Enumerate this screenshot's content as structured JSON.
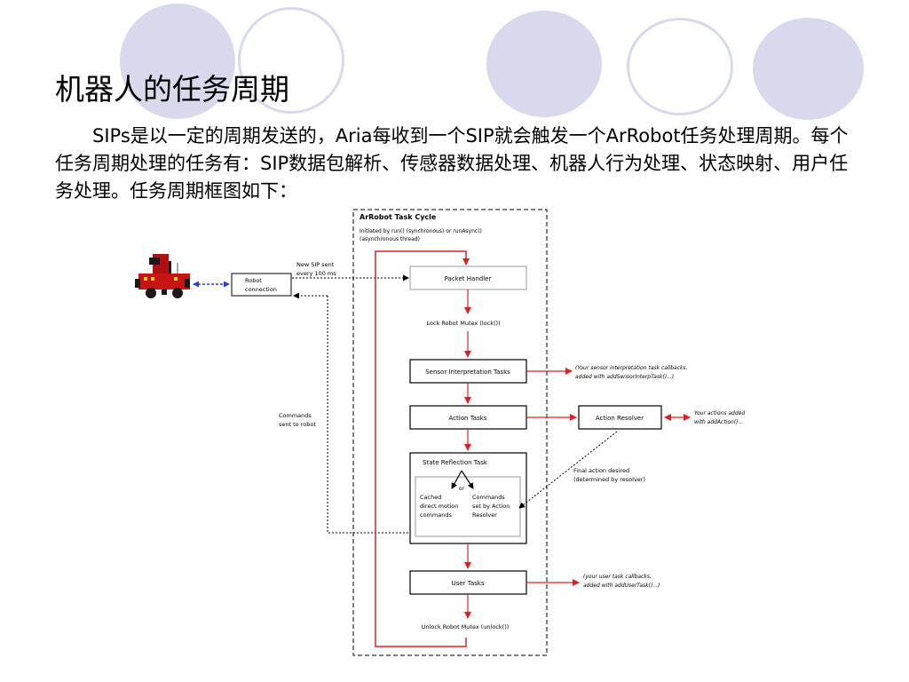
{
  "slide": {
    "title": "机器人的任务周期",
    "body": "SIPs是以一定的周期发送的，Aria每收到一个SIP就会触发一个ArRobot任务处理周期。每个任务周期处理的任务有：SIP数据包解析、传感器数据处理、机器人行为处理、状态映射、用户任务处理。任务周期框图如下："
  },
  "diagram": {
    "cycle_title": "ArRobot Task Cycle",
    "initiated_line1": "Initiated by run() (synchronous) or runAsync()",
    "initiated_line2": "(asynchronous thread)",
    "robot_connection_line1": "Robot",
    "robot_connection_line2": "connection",
    "new_sip_line1": "New SIP sent",
    "new_sip_line2": "every 100 ms",
    "commands_line1": "Commands",
    "commands_line2": "sent to robot",
    "packet_handler": "Packet Handler",
    "lock_mutex": "Lock Robot Mutex (lock())",
    "sensor_tasks": "Sensor Interpretation Tasks",
    "sensor_note_line1": "(Your sensor interpretation task callbacks,",
    "sensor_note_line2": "added with addSensorInterpTask()...)",
    "action_tasks": "Action Tasks",
    "action_resolver": "Action Resolver",
    "actions_note_line1": "Your actions added",
    "actions_note_line2": "with addAction()...",
    "state_reflection": "State Reflection Task",
    "or_label": "or",
    "cached_line1": "Cached",
    "cached_line2": "direct motion",
    "cached_line3": "commands",
    "cmds_action_line1": "Commands",
    "cmds_action_line2": "set by Action",
    "cmds_action_line3": "Resolver",
    "final_action_line1": "Final action desired",
    "final_action_line2": "(determined by resolver)",
    "user_tasks": "User Tasks",
    "user_note_line1": "(your user task callbacks,",
    "user_note_line2": "added with addUserTask()...)",
    "unlock_mutex": "Unlock Robot Mutex (unlock())"
  },
  "colors": {
    "circle_fill": "#d9d9ee",
    "flow_red": "#e02020",
    "link_blue": "#2a3fd6"
  }
}
